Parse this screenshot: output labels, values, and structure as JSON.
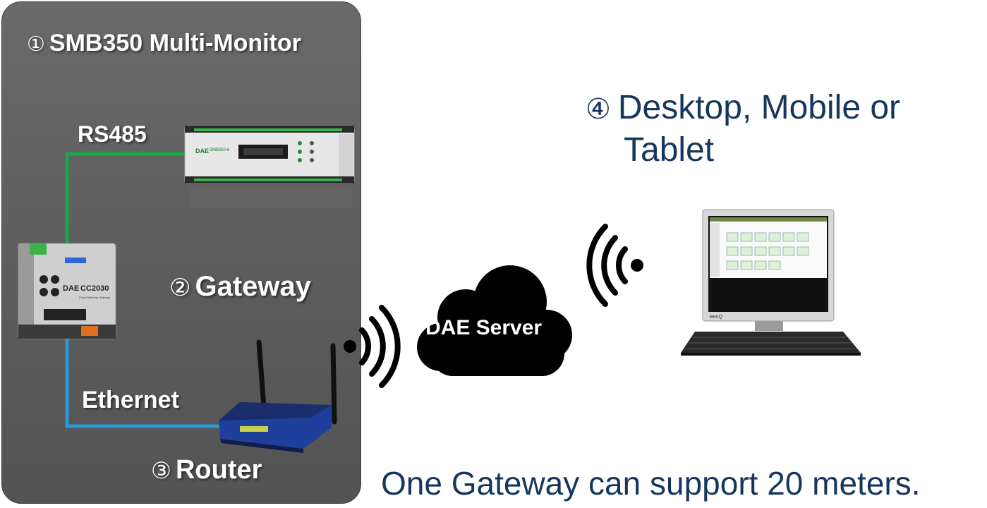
{
  "labels": {
    "multimonitor": {
      "num": "①",
      "text": "SMB350 Multi-Monitor"
    },
    "rs485": "RS485",
    "gateway": {
      "num": "②",
      "text": "Gateway"
    },
    "ethernet": "Ethernet",
    "router": {
      "num": "③",
      "text": "Router"
    },
    "devices": {
      "num": "④",
      "line1": "Desktop, Mobile or",
      "line2": "Tablet"
    },
    "server": "DAE Server",
    "note": "One Gateway can support 20 meters."
  },
  "device_text": {
    "meter_brand": "DAE",
    "meter_model": "SMB350-8",
    "gateway_brand": "DAE",
    "gateway_model": "CC2030",
    "gateway_sub": "Cloud Metering Gateway",
    "monitor_brand": "BenQ"
  },
  "colors": {
    "panel": "#5f5f5f",
    "rs485_line": "#1aa64a",
    "ethernet_line": "#2a9ad8",
    "navy_text": "#17365d",
    "cloud": "#000000",
    "router_blue": "#1f3f9c"
  },
  "icons": [
    "wifi-waves-icon",
    "cloud-icon",
    "router-icon",
    "monitor-icon",
    "keyboard-icon",
    "meter-device-icon",
    "gateway-device-icon"
  ]
}
